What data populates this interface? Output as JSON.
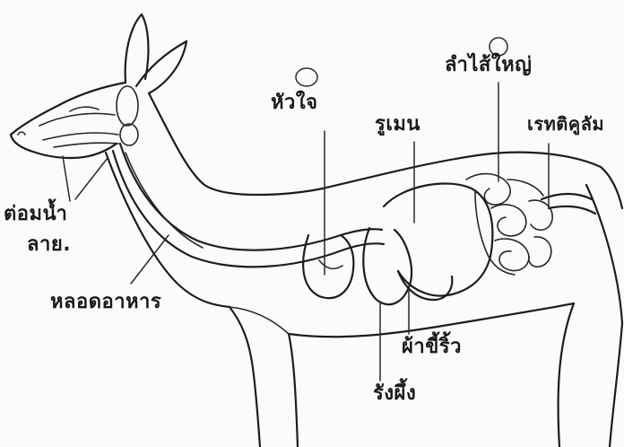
{
  "diagram": {
    "labels": {
      "heart": "หัวใจ",
      "large_intestine": "ลำไส้ใหญ่",
      "rumen": "รูเมน",
      "reticulum_right": "เรทติคูลัม",
      "salivary_gland_line1": "ต่อมน้ำ",
      "salivary_gland_line2": "ลาย.",
      "esophagus": "หลอดอาหาร",
      "omasum": "ผ้าขี้ริ้ว",
      "reticulum_bottom": "รังผึ้ง"
    },
    "colors": {
      "ink": "#1d1d1d",
      "paper": "#fbfbfa"
    }
  }
}
